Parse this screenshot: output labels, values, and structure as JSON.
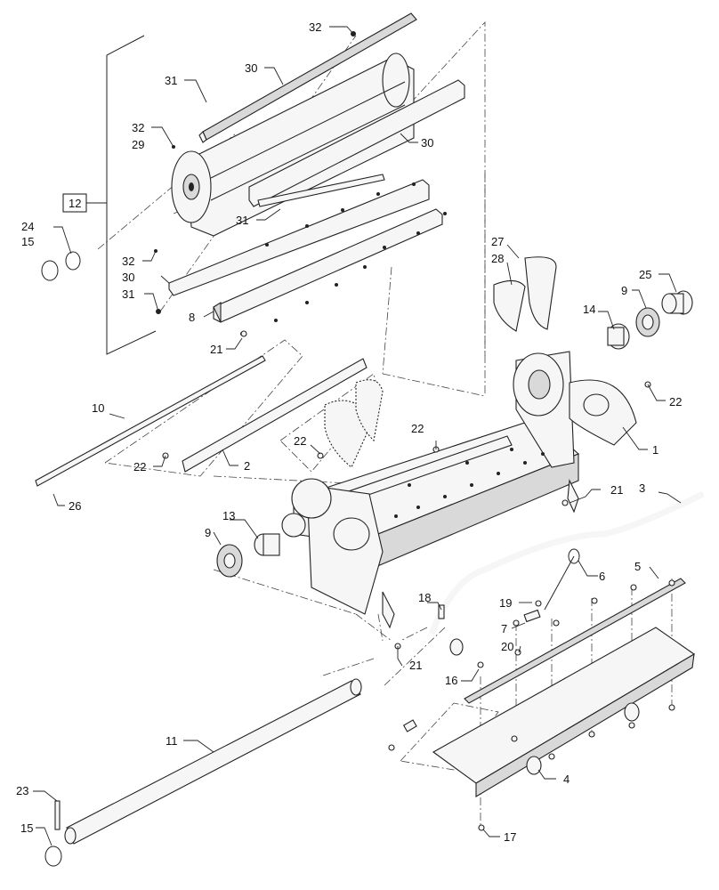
{
  "diagram": {
    "callouts": [
      {
        "id": "c32a",
        "text": "32"
      },
      {
        "id": "c30a",
        "text": "30"
      },
      {
        "id": "c31a",
        "text": "31"
      },
      {
        "id": "c32b",
        "text": "32"
      },
      {
        "id": "c29",
        "text": "29"
      },
      {
        "id": "c30b",
        "text": "30"
      },
      {
        "id": "c12",
        "text": "12"
      },
      {
        "id": "c31b",
        "text": "31"
      },
      {
        "id": "c24",
        "text": "24"
      },
      {
        "id": "c15a",
        "text": "15"
      },
      {
        "id": "c32c",
        "text": "32"
      },
      {
        "id": "c30c",
        "text": "30"
      },
      {
        "id": "c31c",
        "text": "31"
      },
      {
        "id": "c8",
        "text": "8"
      },
      {
        "id": "c21a",
        "text": "21"
      },
      {
        "id": "c27",
        "text": "27"
      },
      {
        "id": "c28",
        "text": "28"
      },
      {
        "id": "c25",
        "text": "25"
      },
      {
        "id": "c9a",
        "text": "9"
      },
      {
        "id": "c14",
        "text": "14"
      },
      {
        "id": "c22a",
        "text": "22"
      },
      {
        "id": "c10",
        "text": "10"
      },
      {
        "id": "c22b",
        "text": "22"
      },
      {
        "id": "c22c",
        "text": "22"
      },
      {
        "id": "c1",
        "text": "1"
      },
      {
        "id": "c22d",
        "text": "22"
      },
      {
        "id": "c2",
        "text": "2"
      },
      {
        "id": "c26",
        "text": "26"
      },
      {
        "id": "c3",
        "text": "3"
      },
      {
        "id": "c21b",
        "text": "21"
      },
      {
        "id": "c13",
        "text": "13"
      },
      {
        "id": "c9b",
        "text": "9"
      },
      {
        "id": "c6",
        "text": "6"
      },
      {
        "id": "c5",
        "text": "5"
      },
      {
        "id": "c18",
        "text": "18"
      },
      {
        "id": "c19",
        "text": "19"
      },
      {
        "id": "c7",
        "text": "7"
      },
      {
        "id": "c20",
        "text": "20"
      },
      {
        "id": "c21c",
        "text": "21"
      },
      {
        "id": "c16",
        "text": "16"
      },
      {
        "id": "c11",
        "text": "11"
      },
      {
        "id": "c4",
        "text": "4"
      },
      {
        "id": "c23",
        "text": "23"
      },
      {
        "id": "c15b",
        "text": "15"
      },
      {
        "id": "c17",
        "text": "17"
      }
    ]
  }
}
